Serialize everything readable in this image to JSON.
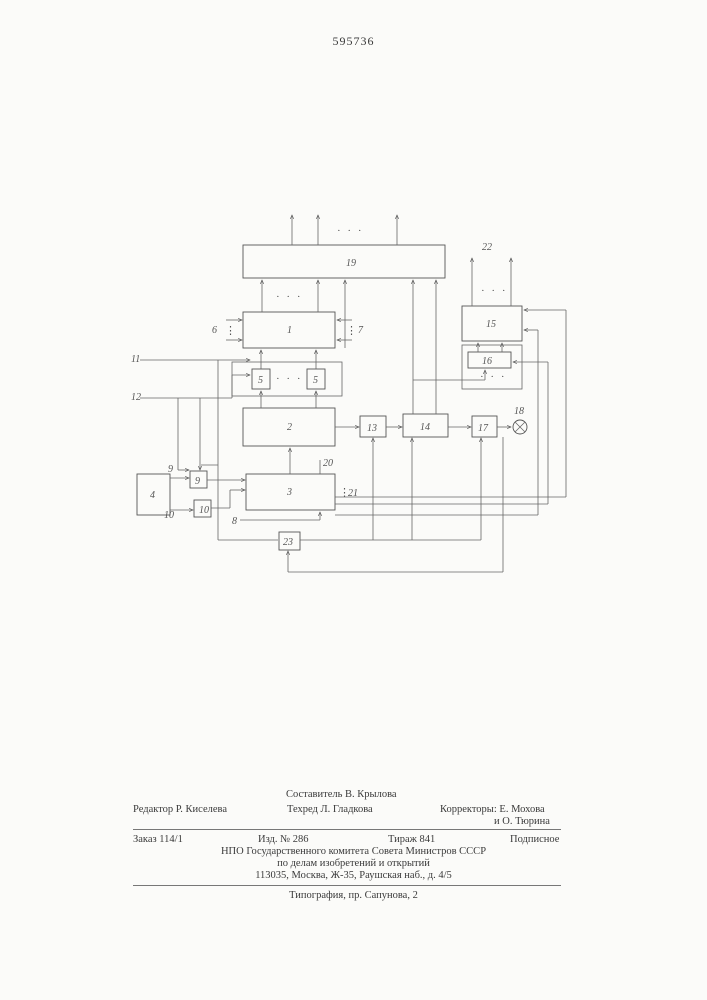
{
  "page_number": "595736",
  "diagram": {
    "labels": {
      "b1": "1",
      "b2": "2",
      "b3": "3",
      "b4": "4",
      "b5a": "5",
      "b5b": "5",
      "b6": "6",
      "b7": "7",
      "b8": "8",
      "b9": "9",
      "b10": "10",
      "b11": "11",
      "b12": "12",
      "b13": "13",
      "b14": "14",
      "b15": "15",
      "b16": "16",
      "b17": "17",
      "b18": "18",
      "b19": "19",
      "b20": "20",
      "b21": "21",
      "b22": "22",
      "b23": "23"
    },
    "ellipsis": "· · ·",
    "vdots": "⋮"
  },
  "footer": {
    "compiler": "Составитель В. Крылова",
    "editor": "Редактор Р. Киселева",
    "techred": "Техред Л. Гладкова",
    "correctors_1": "Корректоры: Е. Мохова",
    "correctors_2": "и О. Тюрина",
    "order": "Заказ 114/1",
    "edition": "Изд. № 286",
    "circulation": "Тираж 841",
    "subscription": "Подписное",
    "publisher_1": "НПО Государственного комитета Совета Министров СССР",
    "publisher_2": "по делам изобретений и открытий",
    "publisher_3": "113035, Москва, Ж-35, Раушская наб., д. 4/5",
    "printer": "Типография, пр. Сапунова, 2"
  }
}
